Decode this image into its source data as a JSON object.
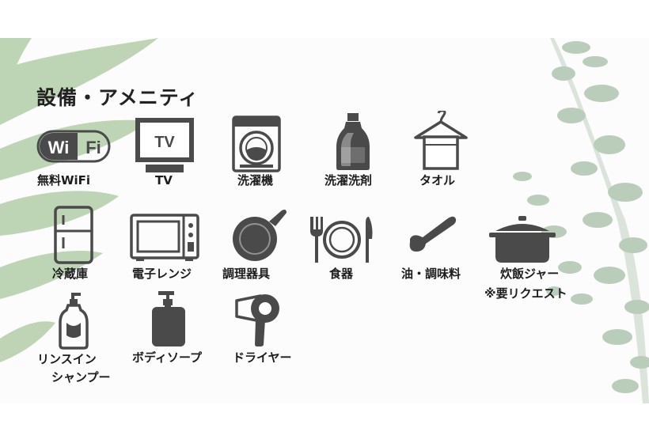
{
  "title": "設備・アメニティ",
  "wifi_logo": "WiFi",
  "tv_screen_text": "TV",
  "amenities": [
    {
      "label": "無料WiFi",
      "icon": "wifi-icon"
    },
    {
      "label": "TV",
      "icon": "tv-icon"
    },
    {
      "label": "洗濯機",
      "icon": "washing-machine-icon"
    },
    {
      "label": "洗濯洗剤",
      "icon": "detergent-bottle-icon"
    },
    {
      "label": "タオル",
      "icon": "towel-on-hanger-icon"
    },
    {
      "label": "冷蔵庫",
      "icon": "refrigerator-icon"
    },
    {
      "label": "電子レンジ",
      "icon": "microwave-icon"
    },
    {
      "label": "調理器具",
      "icon": "frying-pan-icon"
    },
    {
      "label": "食器",
      "icon": "plate-fork-knife-icon"
    },
    {
      "label": "油・調味料",
      "icon": "ladle-icon"
    },
    {
      "label": "炊飯ジャー",
      "icon": "cooking-pot-icon",
      "note": "※要リクエスト"
    },
    {
      "label_lines": [
        "リンスイン",
        "シャンプー"
      ],
      "icon": "shampoo-bottle-icon"
    },
    {
      "label": "ボディソープ",
      "icon": "pump-bottle-icon"
    },
    {
      "label": "ドライヤー",
      "icon": "hair-dryer-icon"
    }
  ],
  "colors": {
    "icon": "#4a4a4a",
    "text": "#1c1c1c",
    "leaf_left": "#a9c79e",
    "leaf_right": "#8fae90"
  }
}
